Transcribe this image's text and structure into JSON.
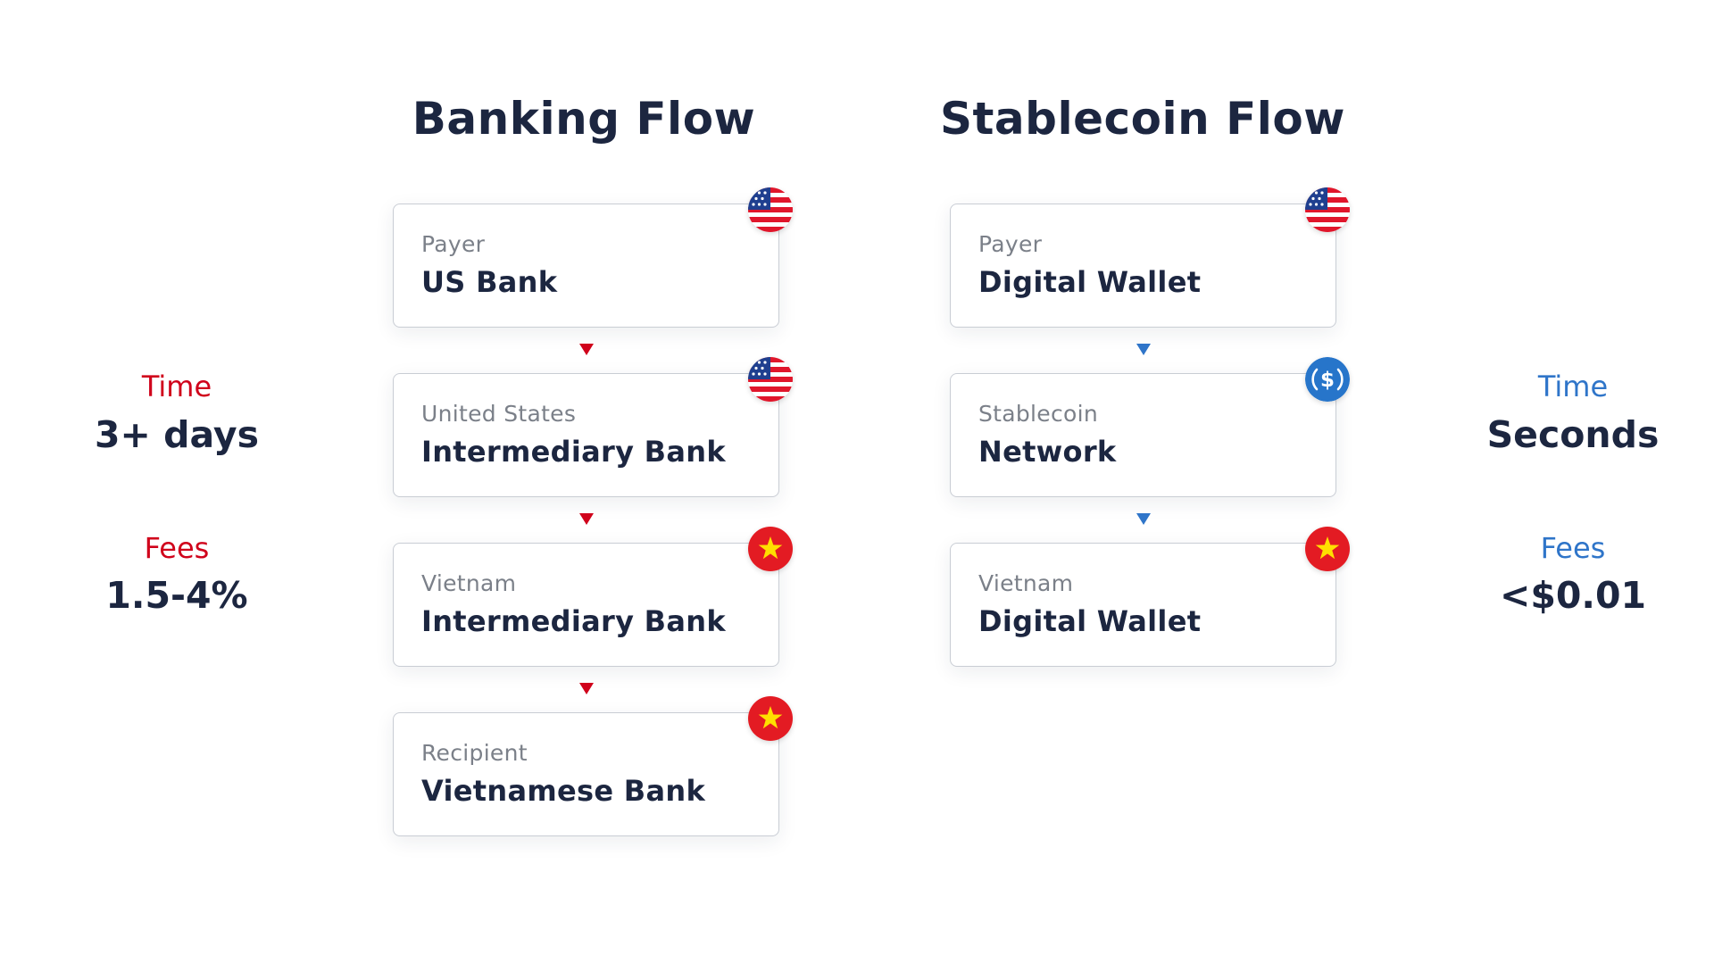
{
  "banking": {
    "title": "Banking Flow",
    "accent": "#d0021b",
    "steps": [
      {
        "sub": "Payer",
        "main": "US Bank",
        "icon": "us-flag"
      },
      {
        "sub": "United States",
        "main": "Intermediary Bank",
        "icon": "us-flag"
      },
      {
        "sub": "Vietnam",
        "main": "Intermediary Bank",
        "icon": "vietnam-flag"
      },
      {
        "sub": "Recipient",
        "main": "Vietnamese Bank",
        "icon": "vietnam-flag"
      }
    ],
    "time_label": "Time",
    "time_value": "3+ days",
    "fees_label": "Fees",
    "fees_value": "1.5-4%"
  },
  "stablecoin": {
    "title": "Stablecoin Flow",
    "accent": "#2f75c9",
    "steps": [
      {
        "sub": "Payer",
        "main": "Digital Wallet",
        "icon": "us-flag"
      },
      {
        "sub": "Stablecoin",
        "main": "Network",
        "icon": "usd-coin-icon"
      },
      {
        "sub": "Vietnam",
        "main": "Digital Wallet",
        "icon": "vietnam-flag"
      }
    ],
    "time_label": "Time",
    "time_value": "Seconds",
    "fees_label": "Fees",
    "fees_value": "<$0.01"
  }
}
